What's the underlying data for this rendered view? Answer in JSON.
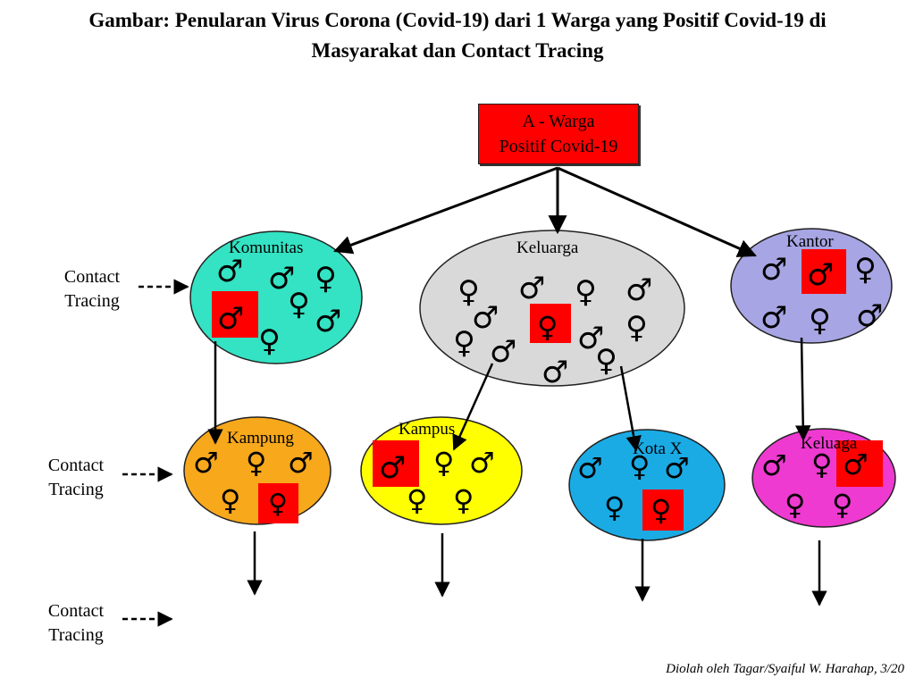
{
  "title": {
    "line1": "Gambar: Penularan Virus Corona (Covid-19) dari 1 Warga yang Positif Covid-19 di",
    "line2": "Masyarakat dan Contact Tracing"
  },
  "root": {
    "line1": "A - Warga",
    "line2": "Positif Covid-19"
  },
  "contact_tracing": {
    "line1": "Contact",
    "line2": "Tracing"
  },
  "groups": {
    "komunitas": "Komunitas",
    "keluarga": "Keluarga",
    "kantor": "Kantor",
    "kampung": "Kampung",
    "kampus": "Kampus",
    "kota_x": "Kota X",
    "keluaga": "Keluaga"
  },
  "symbols": {
    "male": "♂",
    "female": "♀"
  },
  "colors": {
    "positive": "#ff0000",
    "komunitas": "#33e3c3",
    "keluarga": "#d9d9d9",
    "kantor": "#a7a5e3",
    "kampung": "#f7a81b",
    "kampus": "#ffff00",
    "kota_x": "#1aabe5",
    "keluaga": "#ee3ad0"
  },
  "credit": "Diolah oleh Tagar/Syaiful W. Harahap, 3/20"
}
